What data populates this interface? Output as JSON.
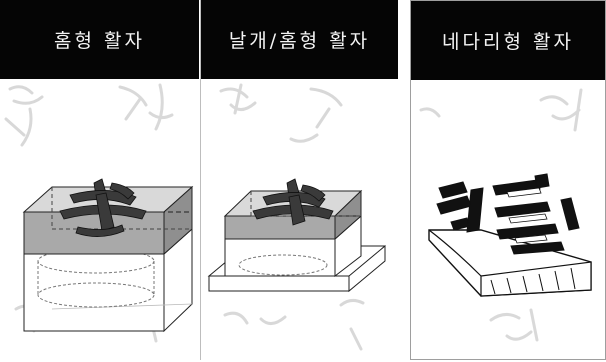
{
  "panels": [
    {
      "title": "홈형 활자"
    },
    {
      "title": "날개/홈형 활자"
    },
    {
      "title": "네다리형 활자"
    }
  ],
  "colors": {
    "header_bg": "#050505",
    "header_text": "#f4f4f4",
    "band_gray": "#a9a9a9",
    "glyph_dark": "#3a3a3a",
    "watermark": "#c8c8c8"
  }
}
